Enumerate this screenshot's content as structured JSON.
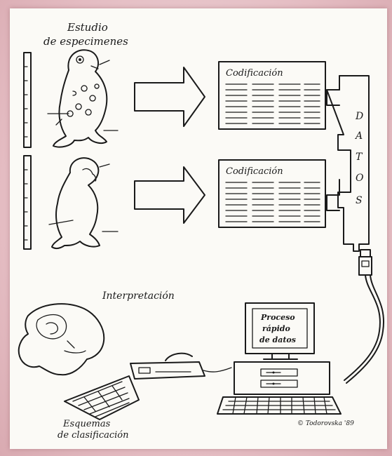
{
  "labels": {
    "study_line1": "Estudio",
    "study_line2": "de especimenes",
    "coding_top": "Codificación",
    "coding_bottom": "Codificación",
    "datos_letters": [
      "D",
      "A",
      "T",
      "O",
      "S"
    ],
    "interpretation": "Interpretación",
    "screen_line1": "Proceso",
    "screen_line2": "rápido",
    "screen_line3": "de datos",
    "schemes_line1": "Esquemas",
    "schemes_line2": "de clasificación",
    "signature": "© Todorovska '89"
  },
  "icons": [
    "specimen-spotted-icon",
    "specimen-plain-icon",
    "measuring-ruler-icon",
    "arrow-right-icon",
    "coding-sheet-icon",
    "data-cable-icon",
    "computer-icon",
    "keyboard-icon",
    "printer-icon",
    "brain-head-icon"
  ]
}
